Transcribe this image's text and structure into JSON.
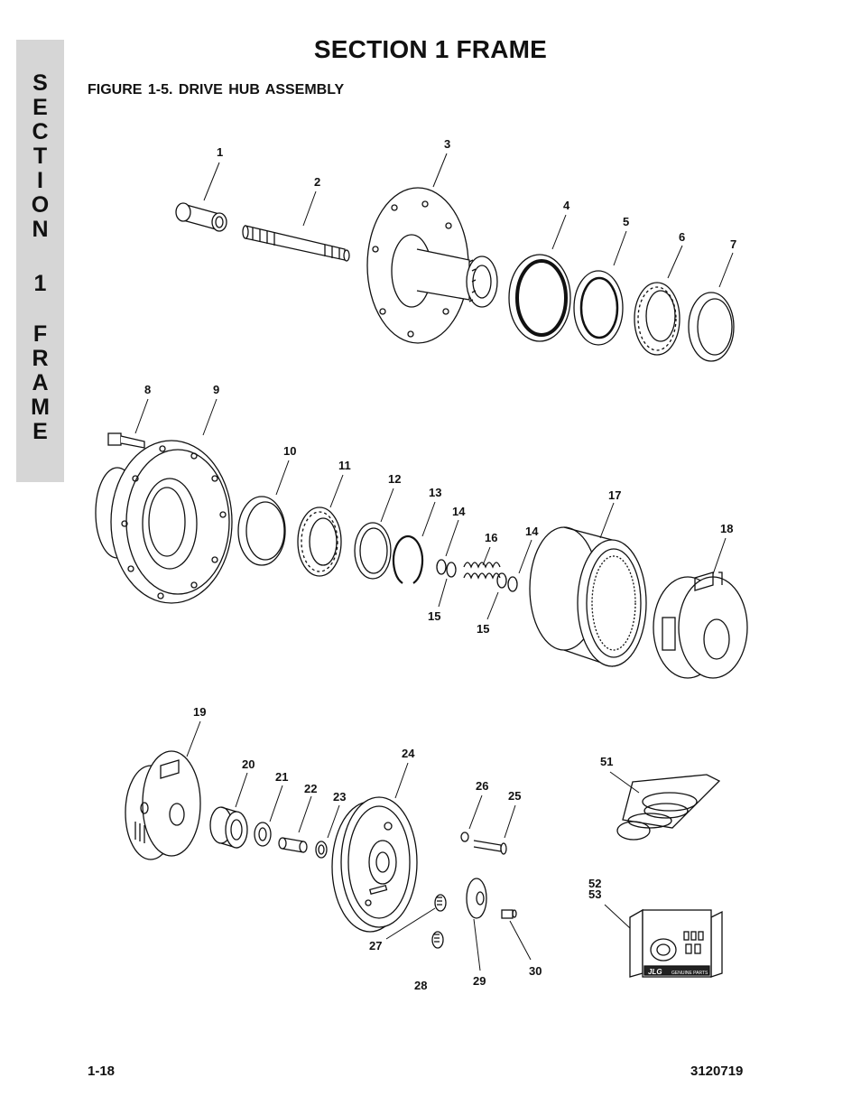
{
  "side_tab": {
    "letters": [
      "S",
      "E",
      "C",
      "T",
      "I",
      "O",
      "N",
      "",
      "1",
      "",
      "F",
      "R",
      "A",
      "M",
      "E"
    ]
  },
  "header": {
    "section_title": "SECTION 1  FRAME",
    "figure_title": "FIGURE 1-5.    DRIVE HUB ASSEMBLY"
  },
  "callouts": {
    "c1": "1",
    "c2": "2",
    "c3": "3",
    "c4": "4",
    "c5": "5",
    "c6": "6",
    "c7": "7",
    "c8": "8",
    "c9": "9",
    "c10": "10",
    "c11": "11",
    "c12": "12",
    "c13": "13",
    "c14a": "14",
    "c14b": "14",
    "c15a": "15",
    "c15b": "15",
    "c16": "16",
    "c17": "17",
    "c18": "18",
    "c19": "19",
    "c20": "20",
    "c21": "21",
    "c22": "22",
    "c23": "23",
    "c24": "24",
    "c25": "25",
    "c26": "26",
    "c27": "27",
    "c28": "28",
    "c29": "29",
    "c30": "30",
    "c51": "51",
    "c52": "52",
    "c53": "53"
  },
  "kit_box": {
    "brand": "JLG",
    "label": "GENUINE PARTS"
  },
  "footer": {
    "page_number": "1-18",
    "document_number": "3120719"
  }
}
